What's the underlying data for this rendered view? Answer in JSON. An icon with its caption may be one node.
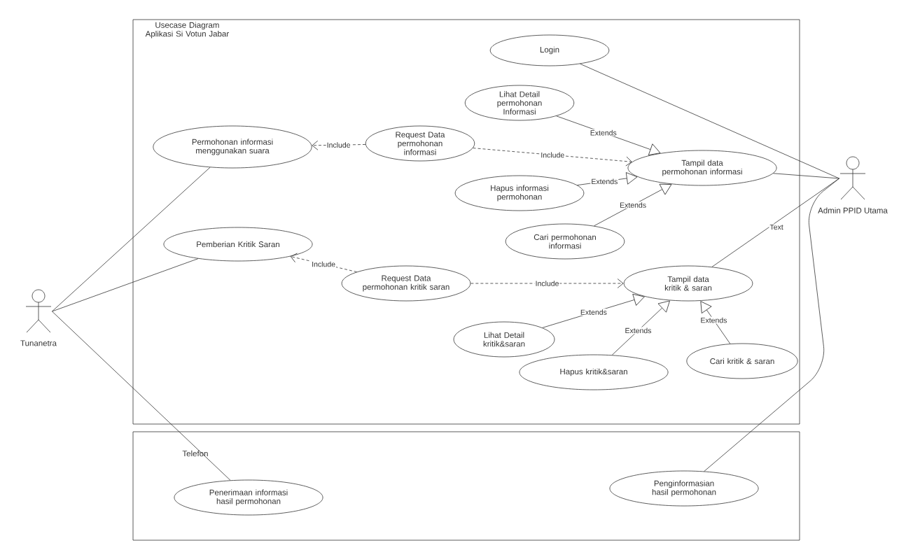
{
  "diagram": {
    "nodes": [
      {
        "text": [
          "Usecase Diagram Aplikasi Si Votun Jabar"
        ]
      },
      {
        "text": [
          "Telefon"
        ]
      },
      {
        "text": [
          "Tunanetra"
        ]
      },
      {
        "text": [
          "Admin PPID Utama"
        ]
      },
      {
        "text": [
          "Login"
        ],
        "in": 0
      },
      {
        "text": [
          "Lihat Detail permohonan Informasi"
        ],
        "in": 0
      },
      {
        "text": [
          "Permohonan informasi menggunakan suara"
        ],
        "in": 0
      },
      {
        "text": [
          "Request Data permohonan informasi"
        ],
        "in": 0
      },
      {
        "text": [
          "Tampil data permohonan informasi"
        ],
        "in": 0
      },
      {
        "text": [
          "Hapus informasi permohonan"
        ],
        "in": 0
      },
      {
        "text": [
          "Cari permohonan informasi"
        ],
        "in": 0
      },
      {
        "text": [
          "Pemberian Kritik Saran"
        ],
        "in": 0
      },
      {
        "text": [
          "Request Data permohonan kritik saran"
        ],
        "in": 0
      },
      {
        "text": [
          "Tampil data kritik & saran"
        ],
        "in": 0
      },
      {
        "text": [
          "Lihat Detail kritik&saran"
        ],
        "in": 0
      },
      {
        "text": [
          "Cari kritik & saran"
        ],
        "in": 0
      },
      {
        "text": [
          "Hapus kritik&saran"
        ],
        "in": 0
      },
      {
        "text": [
          "Penerimaan informasi hasil permohonan"
        ],
        "in": 1
      },
      {
        "text": [
          "Penginformasian hasil permohonan"
        ],
        "in": 1
      }
    ],
    "edges": [
      {
        "from": 2,
        "to": 6,
        "arrow": "none"
      },
      {
        "from": 2,
        "to": 11,
        "arrow": "none"
      },
      {
        "from": 2,
        "to": 17,
        "arrow": "none"
      },
      {
        "from": 3,
        "to": 4,
        "arrow": "none"
      },
      {
        "from": 3,
        "to": 8,
        "arrow": "none"
      },
      {
        "from": 3,
        "to": 13,
        "arrow": "none",
        "label": "Text"
      },
      {
        "from": 3,
        "to": 18,
        "arrow": "none"
      },
      {
        "from": 7,
        "to": 6,
        "arrow": "to",
        "style": "dashed",
        "label": "Include"
      },
      {
        "from": 7,
        "to": 8,
        "arrow": "to",
        "style": "dashed",
        "label": "Include"
      },
      {
        "from": 12,
        "to": 11,
        "arrow": "to",
        "style": "dashed",
        "label": "Include"
      },
      {
        "from": 12,
        "to": 13,
        "arrow": "to",
        "style": "dashed",
        "label": "Include"
      },
      {
        "from": 5,
        "to": 8,
        "arrow": "to",
        "label": "Extends"
      },
      {
        "from": 9,
        "to": 8,
        "arrow": "to",
        "label": "Extends"
      },
      {
        "from": 10,
        "to": 8,
        "arrow": "to",
        "label": "Extends"
      },
      {
        "from": 14,
        "to": 13,
        "arrow": "to",
        "label": "Extends"
      },
      {
        "from": 16,
        "to": 13,
        "arrow": "to",
        "label": "Extends"
      },
      {
        "from": 15,
        "to": 13,
        "arrow": "to",
        "label": "Extends"
      }
    ]
  }
}
